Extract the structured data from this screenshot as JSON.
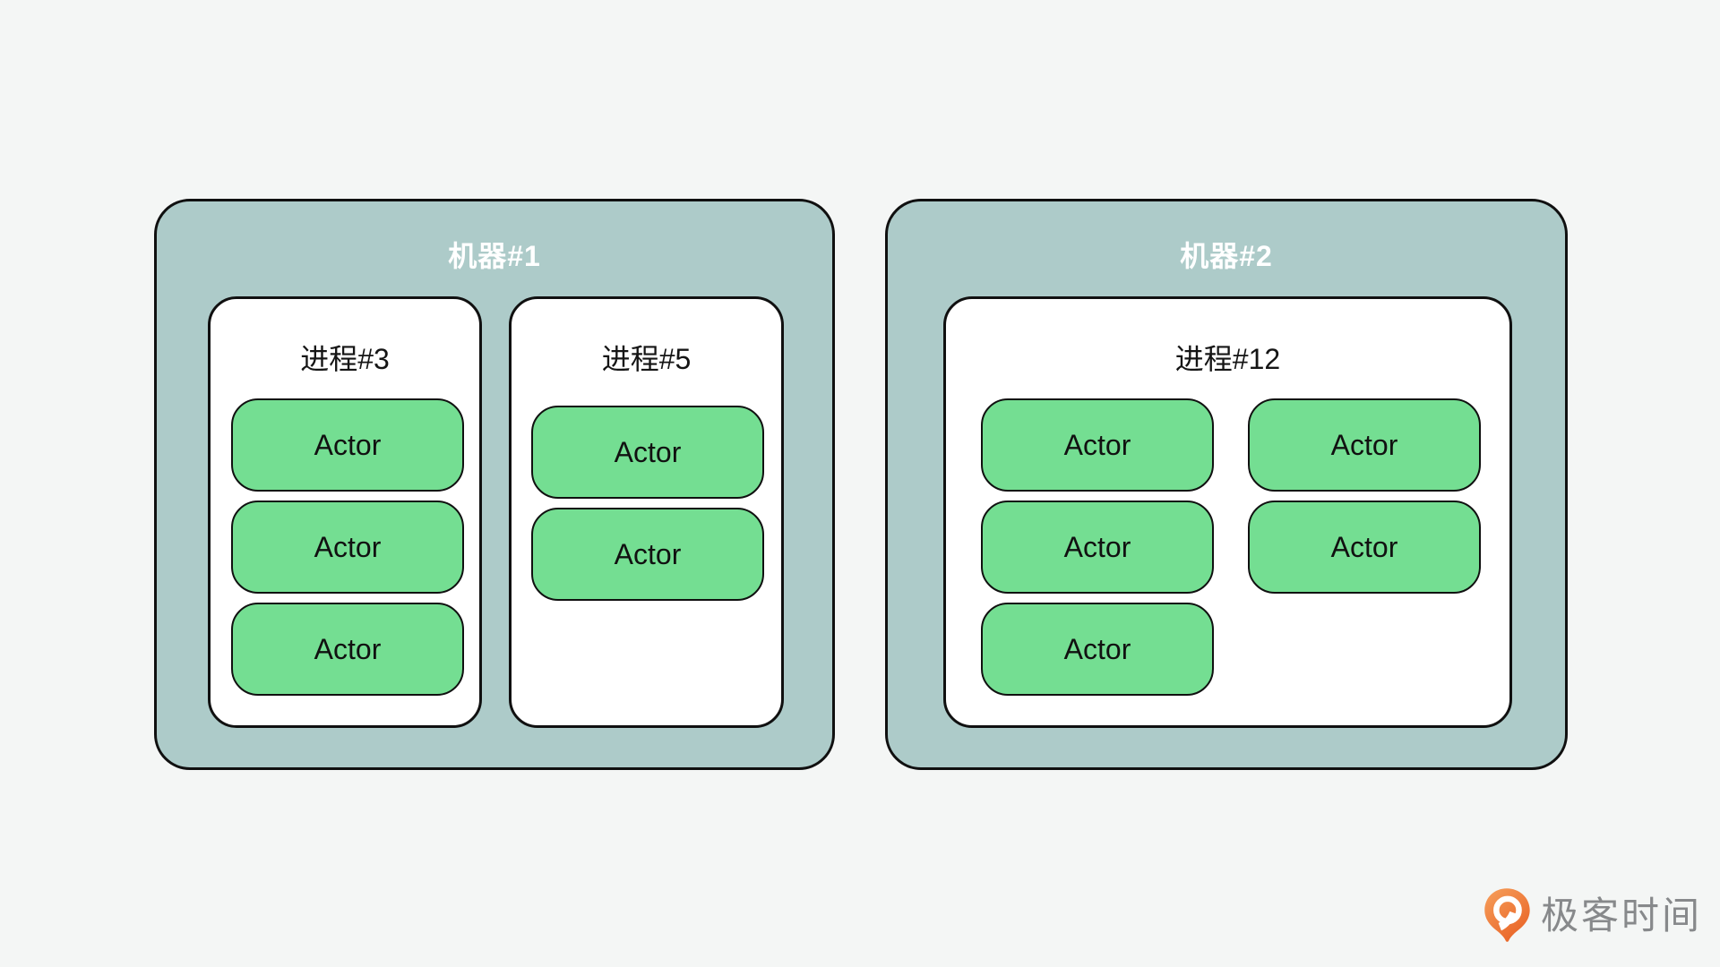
{
  "palette": {
    "background": "#F4F6F5",
    "machine_fill": "#ADCBC9",
    "process_fill": "#FFFFFF",
    "actor_fill": "#74DE92",
    "outline": "#101010",
    "machine_title_color": "#FFFFFF",
    "body_text_color": "#151515",
    "logo_text_color": "#87898B",
    "logo_orange_light": "#F6A05C",
    "logo_orange_dark": "#E96427"
  },
  "machines": [
    {
      "id": "machine-1",
      "title": "机器#1",
      "processes": [
        {
          "id": "process-3",
          "title": "进程#3",
          "actors": [
            "Actor",
            "Actor",
            "Actor"
          ]
        },
        {
          "id": "process-5",
          "title": "进程#5",
          "actors": [
            "Actor",
            "Actor"
          ]
        }
      ]
    },
    {
      "id": "machine-2",
      "title": "机器#2",
      "processes": [
        {
          "id": "process-12",
          "title": "进程#12",
          "actors": [
            "Actor",
            "Actor",
            "Actor",
            "Actor",
            "Actor"
          ]
        }
      ]
    }
  ],
  "footer": {
    "brand_text": "极客时间",
    "brand_icon": "geektime-pin-icon"
  }
}
